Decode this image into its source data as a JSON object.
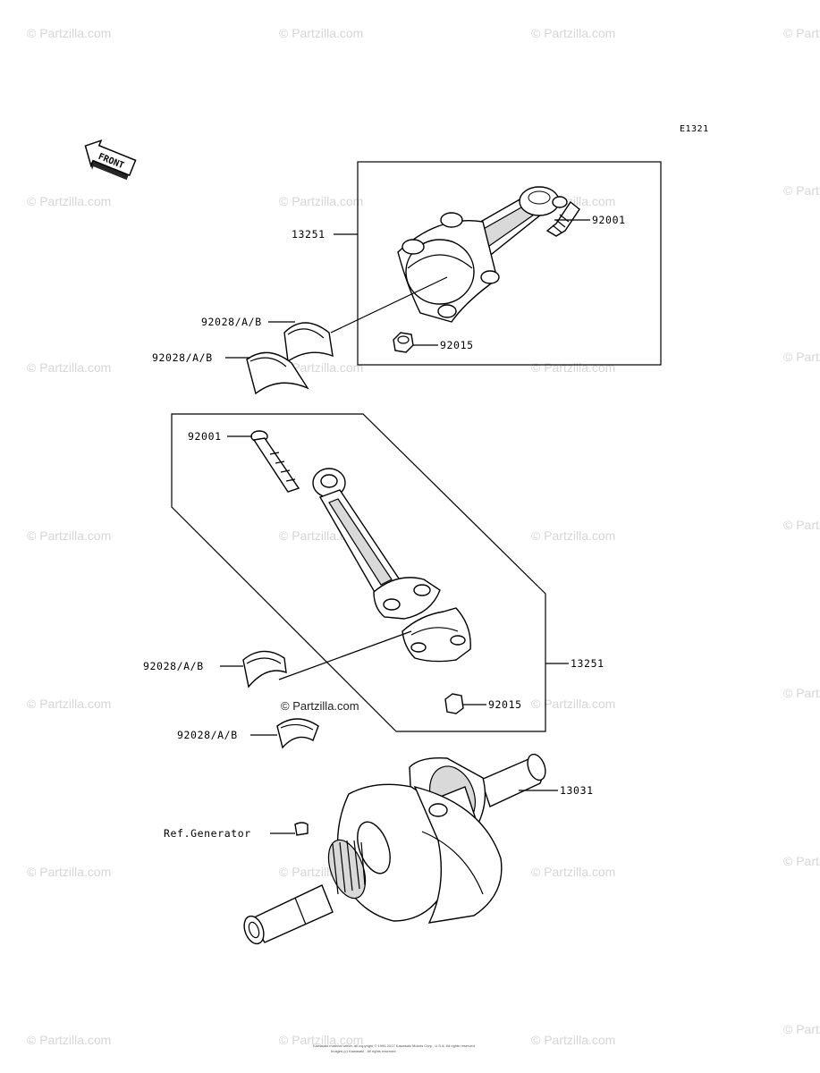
{
  "diagram_code": "E1321",
  "front_label": "FRONT",
  "watermark": "© Partzilla.com",
  "center_watermark": "© Partzilla.com",
  "copyright_lines": [
    "Kawasaki material within, all copyright © 1995-2017 Kawasaki Motors Corp., U.S.A. All rights reserved.",
    "Images (c) Kawasaki · All rights reserved"
  ],
  "callouts": {
    "upper_rod": "13251",
    "upper_bolt": "92001",
    "upper_bearing_1": "92028/A/B",
    "upper_bearing_2": "92028/A/B",
    "upper_nut": "92015",
    "lower_bolt": "92001",
    "lower_rod": "13251",
    "lower_bearing_1": "92028/A/B",
    "lower_nut": "92015",
    "lower_bearing_2": "92028/A/B",
    "crankshaft": "13031",
    "generator_ref": "Ref.Generator"
  }
}
